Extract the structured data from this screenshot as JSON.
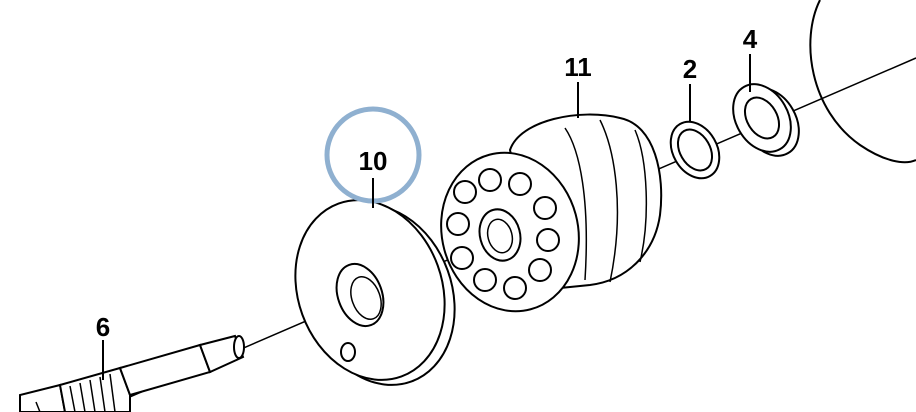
{
  "diagram": {
    "labels": [
      {
        "id": "6",
        "text": "6"
      },
      {
        "id": "10",
        "text": "10"
      },
      {
        "id": "11",
        "text": "11"
      },
      {
        "id": "2",
        "text": "2"
      },
      {
        "id": "4",
        "text": "4"
      }
    ],
    "highlight_color": "#8fb0d0"
  }
}
